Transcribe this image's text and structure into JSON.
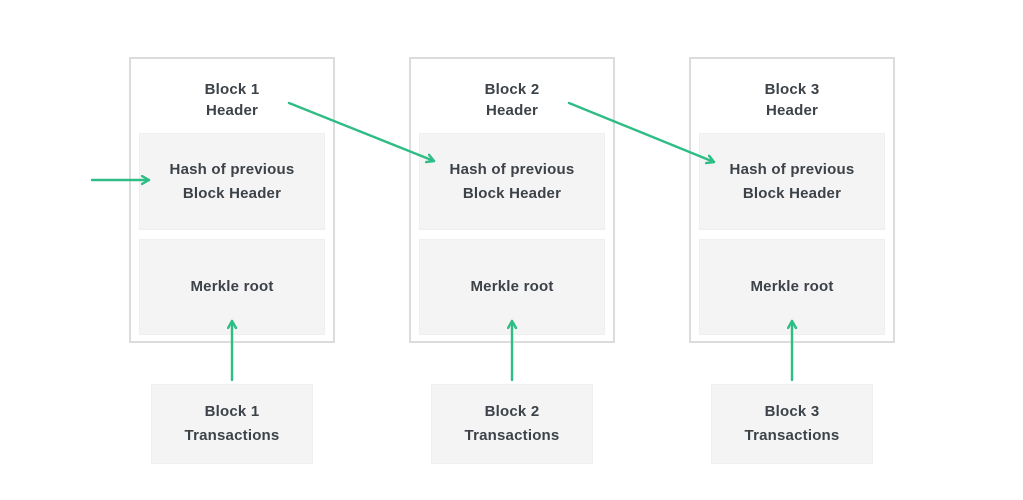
{
  "colors": {
    "accent": "#2ebd85",
    "box_border": "#dcdcdc",
    "panel_bg": "#f4f4f5",
    "panel_border": "#efefef",
    "text": "#3c4247"
  },
  "diagram": {
    "blocks": [
      {
        "title_line1": "Block 1",
        "title_line2": "Header",
        "hash_line1": "Hash of previous",
        "hash_line2": "Block Header",
        "merkle_label": "Merkle root",
        "tx_line1": "Block 1",
        "tx_line2": "Transactions"
      },
      {
        "title_line1": "Block 2",
        "title_line2": "Header",
        "hash_line1": "Hash of previous",
        "hash_line2": "Block Header",
        "merkle_label": "Merkle root",
        "tx_line1": "Block 2",
        "tx_line2": "Transactions"
      },
      {
        "title_line1": "Block 3",
        "title_line2": "Header",
        "hash_line1": "Hash of previous",
        "hash_line2": "Block Header",
        "merkle_label": "Merkle root",
        "tx_line1": "Block 3",
        "tx_line2": "Transactions"
      }
    ]
  }
}
